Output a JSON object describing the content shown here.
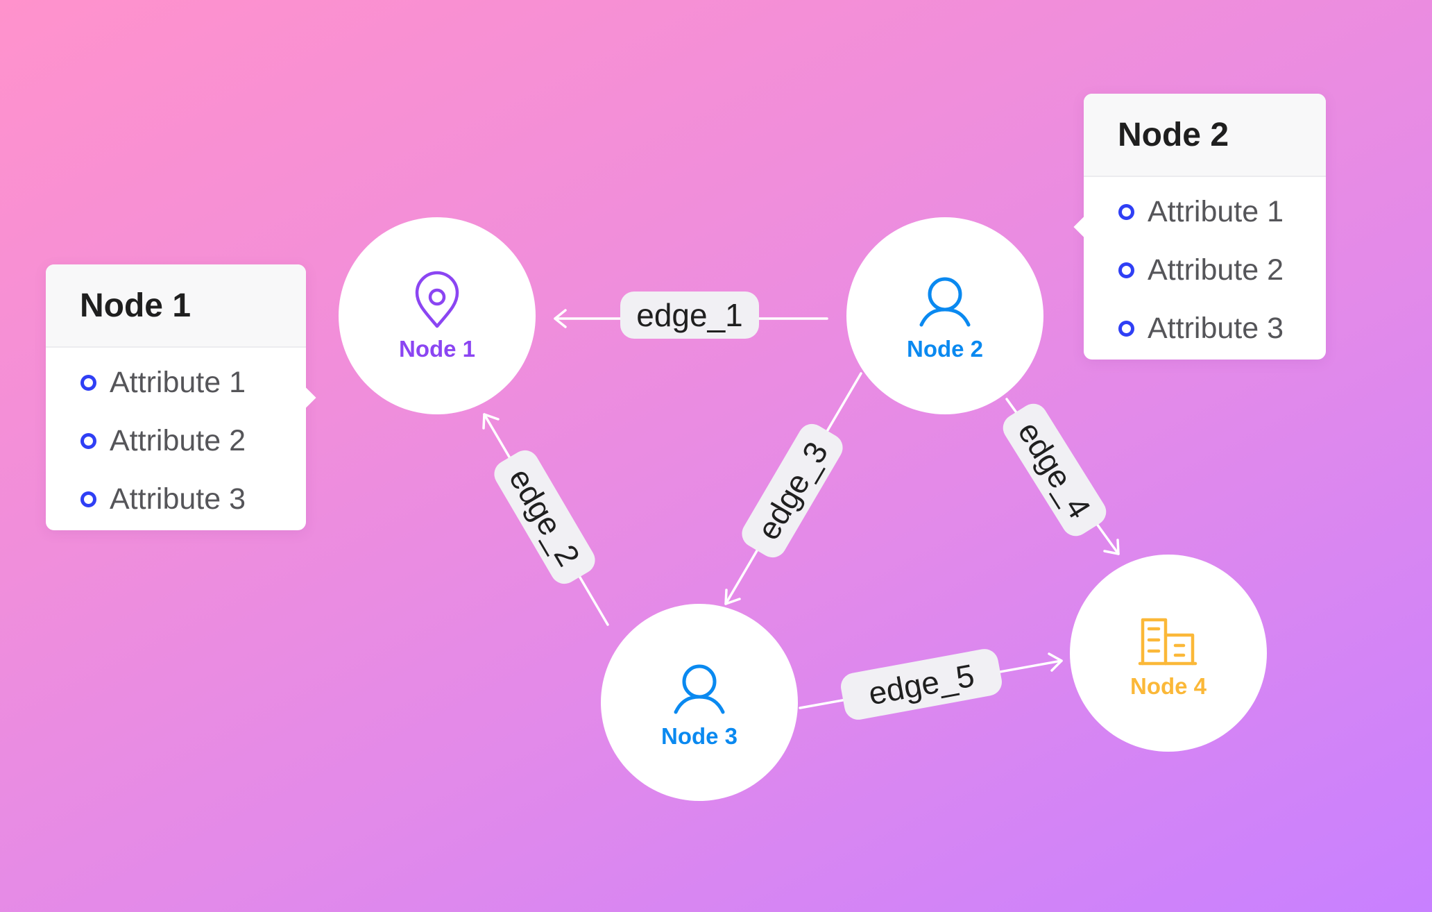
{
  "nodes": [
    {
      "id": "node1",
      "label": "Node 1",
      "icon": "map-pin-icon",
      "color": "#8B45F2"
    },
    {
      "id": "node2",
      "label": "Node 2",
      "icon": "user-icon",
      "color": "#0A89F0"
    },
    {
      "id": "node3",
      "label": "Node 3",
      "icon": "user-icon",
      "color": "#0A89F0"
    },
    {
      "id": "node4",
      "label": "Node 4",
      "icon": "building-icon",
      "color": "#FBB838"
    }
  ],
  "edges": [
    {
      "label": "edge_1",
      "source": "Node 2",
      "target": "Node 1"
    },
    {
      "label": "edge_2",
      "source": "Node 3",
      "target": "Node 1"
    },
    {
      "label": "edge_3",
      "source": "Node 2",
      "target": "Node 3"
    },
    {
      "label": "edge_4",
      "source": "Node 2",
      "target": "Node 4"
    },
    {
      "label": "edge_5",
      "source": "Node 3",
      "target": "Node 4"
    }
  ],
  "cards": [
    {
      "title": "Node 1",
      "attributes": [
        "Attribute 1",
        "Attribute 2",
        "Attribute 3"
      ]
    },
    {
      "title": "Node 2",
      "attributes": [
        "Attribute 1",
        "Attribute 2",
        "Attribute 3"
      ]
    }
  ],
  "colors": {
    "background_start": "#FF92CC",
    "background_end": "#C880FF",
    "bullet": "#2F3FF5",
    "edge": "#FFFFFF",
    "edge_label_background": "#F1F0F4"
  }
}
